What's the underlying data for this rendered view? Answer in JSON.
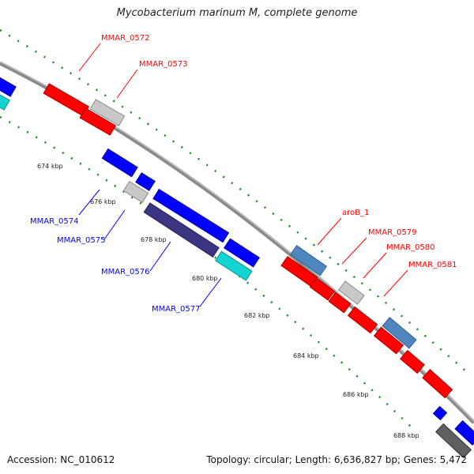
{
  "title": "Mycobacterium marinum M, complete genome",
  "footer": {
    "accession": "Accession: NC_010612",
    "summary": "Topology: circular; Length: 6,636,827 bp; Genes: 5,472"
  },
  "colors": {
    "forward": "#ff0000",
    "reverse": "#0000ff",
    "grey": "#c8c8c8",
    "steelblue": "#4f86c0",
    "purple": "#3b3682",
    "cyan": "#13d3d3",
    "dark": "#606060",
    "tick": "#008800"
  },
  "ticks": [
    "674 kbp",
    "676 kbp",
    "678 kbp",
    "680 kbp",
    "682 kbp",
    "684 kbp",
    "686 kbp",
    "688 kbp"
  ],
  "gene_labels": [
    {
      "text": "MMAR_0572",
      "color": "#ff0000"
    },
    {
      "text": "MMAR_0573",
      "color": "#ff0000"
    },
    {
      "text": "aroB_1",
      "color": "#ff0000"
    },
    {
      "text": "MMAR_0579",
      "color": "#ff0000"
    },
    {
      "text": "MMAR_0580",
      "color": "#ff0000"
    },
    {
      "text": "MMAR_0581",
      "color": "#ff0000"
    },
    {
      "text": "MMAR_0574",
      "color": "#0000ff"
    },
    {
      "text": "MMAR_0575",
      "color": "#0000ff"
    },
    {
      "text": "MMAR_0576",
      "color": "#0000ff"
    },
    {
      "text": "MMAR_0577",
      "color": "#0000ff"
    }
  ]
}
